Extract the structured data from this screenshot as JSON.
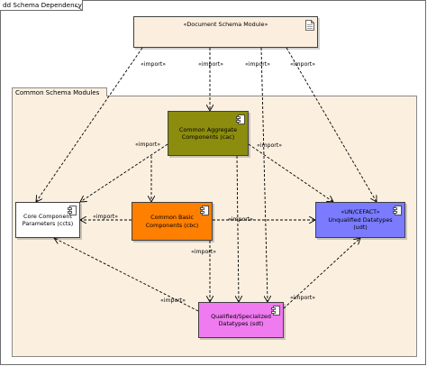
{
  "frame": {
    "title": "dd Schema Dependency"
  },
  "package": {
    "title": "Common Schema Modules"
  },
  "components": {
    "doc": {
      "stereotype": "«Document Schema Module»",
      "name": ""
    },
    "cac": {
      "line1": "Common Aggregate",
      "line2": "Components (cac)"
    },
    "cbc": {
      "line1": "Common Basic",
      "line2": "Components (cbc)"
    },
    "ccts": {
      "line1": "Core Component",
      "line2": "Parameters (ccts)"
    },
    "udt": {
      "stereotype": "«UN/CEFACT»",
      "line2": "Unqualified Datatypes",
      "line3": "(udt)"
    },
    "sdt": {
      "line1": "Qualified/Specialized",
      "line2": "Datatypes (sdt)"
    }
  },
  "colors": {
    "doc": "#fbeede",
    "cac": "#8c8c0f",
    "cbc": "#ff7f00",
    "ccts": "#ffffff",
    "udt": "#7b7bff",
    "sdt": "#f07af0",
    "package": "#fbf0e0"
  },
  "edges": {
    "doc_ccts": "«import»",
    "doc_cac": "«import»",
    "doc_sdt": "«import»",
    "doc_udt": "«import»",
    "cac_ccts": "«import»",
    "cac_udt": "«import»",
    "cbc_ccts": "«import»",
    "cbc_udt": "«import»",
    "cbc_sdt": "«import»",
    "sdt_ccts": "«import»",
    "sdt_udt": "«import»"
  }
}
